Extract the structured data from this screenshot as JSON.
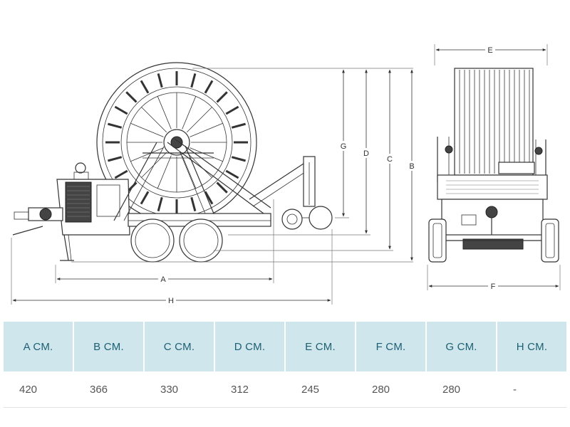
{
  "dimension_labels": {
    "a": "A",
    "b": "B",
    "c": "C",
    "d": "D",
    "e": "E",
    "f": "F",
    "g": "G",
    "h": "H"
  },
  "spec_table": {
    "headers": [
      "A CM.",
      "B CM.",
      "C CM.",
      "D CM.",
      "E CM.",
      "F CM.",
      "G CM.",
      "H CM."
    ],
    "values": [
      "420",
      "366",
      "330",
      "312",
      "245",
      "280",
      "280",
      "-"
    ]
  },
  "colors": {
    "header_bg": "#cfe6ec",
    "header_text": "#1d5f73",
    "line": "#333333"
  }
}
